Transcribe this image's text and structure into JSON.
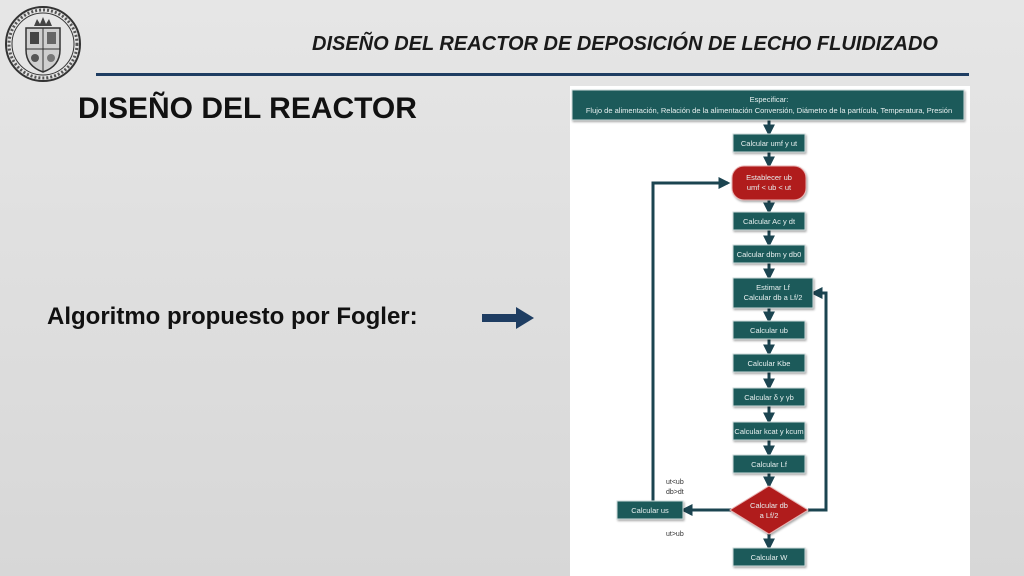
{
  "header": {
    "title": "DISEÑO DEL REACTOR DE DEPOSICIÓN DE LECHO FLUIDIZADO"
  },
  "page": {
    "heading": "DISEÑO DEL REACTOR",
    "caption": "Algoritmo propuesto por Fogler:"
  },
  "icons": {
    "seal": "university-seal-icon",
    "pointer": "right-arrow-icon"
  },
  "colors": {
    "box": "#1f5a5a",
    "decision": "#b01c1c",
    "connector": "#1b4450",
    "rule": "#1e3d62",
    "pointer": "#1e3d62"
  },
  "flowchart": {
    "specify": {
      "line1": "Especificar:",
      "line2": "Flujo de alimentación, Relación de la alimentación Conversión, Diámetro de la partícula, Temperatura, Presión"
    },
    "steps": {
      "umf": "Calcular umf y ut",
      "ub_line1": "Establecer ub",
      "ub_line2": "umf < ub < ut",
      "ac": "Calcular Ac y dt",
      "dbm": "Calcular dbm y db0",
      "lf_line1": "Estimar Lf",
      "lf_line2": "Calcular db a Lf/2",
      "calc_ub": "Calcular ub",
      "kbe": "Calcular Kbe",
      "delta": "Calcular δ y γb",
      "kcat": "Calcular kcat y kcum",
      "calc_lf": "Calcular Lf",
      "decision_line1": "Calcular db",
      "decision_line2": "a Lf/2",
      "us": "Calcular us",
      "w": "Calcular W"
    },
    "branch_labels": {
      "left_line1": "ut<ub",
      "left_line2": "db>dt",
      "bottom": "ut>ub"
    }
  }
}
